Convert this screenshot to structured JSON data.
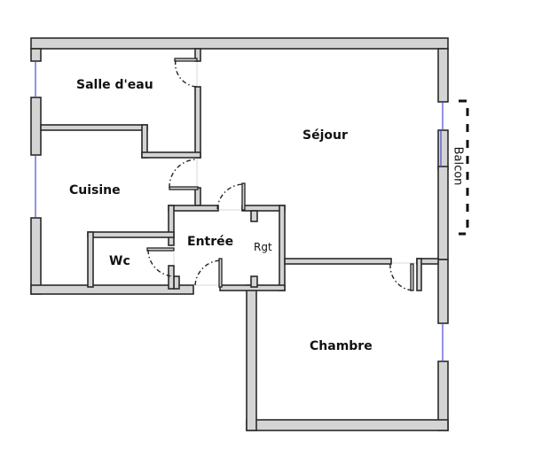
{
  "plan": {
    "rooms": [
      {
        "id": "salle-deau",
        "label": "Salle d'eau"
      },
      {
        "id": "sejour",
        "label": "Séjour"
      },
      {
        "id": "cuisine",
        "label": "Cuisine"
      },
      {
        "id": "entree",
        "label": "Entrée"
      },
      {
        "id": "rgt",
        "label": "Rgt"
      },
      {
        "id": "wc",
        "label": "Wc"
      },
      {
        "id": "chambre",
        "label": "Chambre"
      },
      {
        "id": "balcon",
        "label": "Balcon"
      }
    ],
    "colors": {
      "wall_fill": "#d4d4d4",
      "wall_stroke": "#2a2a2a",
      "window": "#4a4ad0"
    }
  }
}
